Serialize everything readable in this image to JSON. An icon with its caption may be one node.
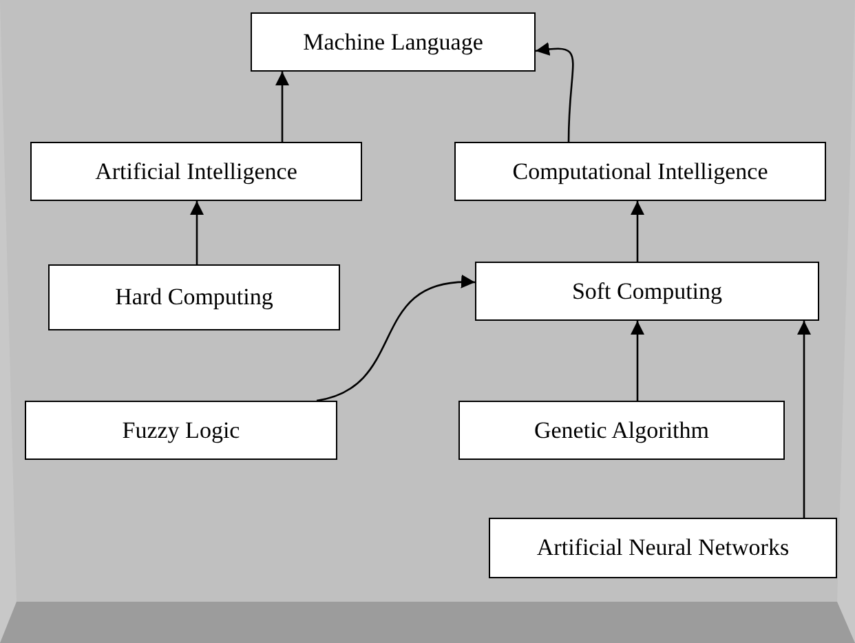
{
  "diagram": {
    "nodes": [
      {
        "text": [
          "Machine Language"
        ]
      },
      {
        "text": [
          "Artificial Intelligence"
        ]
      },
      {
        "text": [
          "Computational Intelligence"
        ]
      },
      {
        "text": [
          "Hard Computing"
        ]
      },
      {
        "text": [
          "Soft Computing"
        ]
      },
      {
        "text": [
          "Fuzzy Logic"
        ]
      },
      {
        "text": [
          "Genetic Algorithm"
        ]
      },
      {
        "text": [
          "Artificial Neural Networks"
        ]
      }
    ],
    "edges": [
      {
        "from": 1,
        "to": 0,
        "arrow": "to"
      },
      {
        "from": 2,
        "to": 0,
        "arrow": "to"
      },
      {
        "from": 3,
        "to": 1,
        "arrow": "to"
      },
      {
        "from": 4,
        "to": 2,
        "arrow": "to"
      },
      {
        "from": 5,
        "to": 4,
        "arrow": "to"
      },
      {
        "from": 6,
        "to": 4,
        "arrow": "to"
      },
      {
        "from": 7,
        "to": 4,
        "arrow": "to"
      }
    ]
  }
}
